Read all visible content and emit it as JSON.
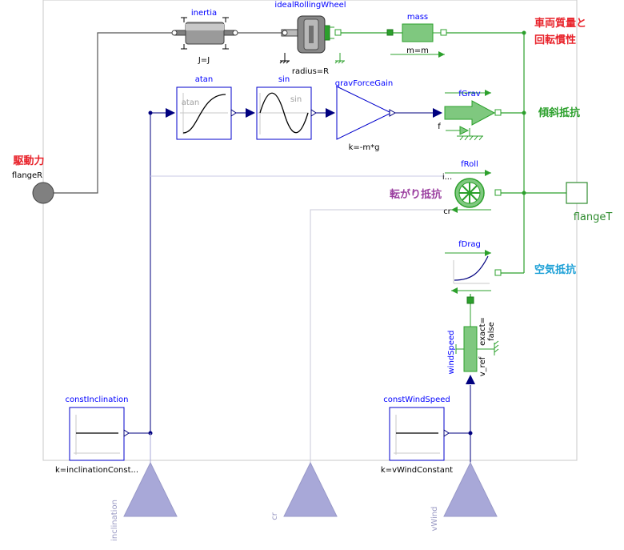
{
  "labels": {
    "inertia": "inertia",
    "inertia_param": "J=J",
    "wheel": "idealRollingWheel",
    "wheel_param": "radius=R",
    "mass": "mass",
    "mass_param": "m=m",
    "atan": "atan",
    "atan_inner": "atan",
    "sin": "sin",
    "sin_inner": "sin",
    "gain": "gravForceGain",
    "gain_param": "k=-m*g",
    "fgrav": "fGrav",
    "fgrav_port": "f",
    "froll": "fRoll",
    "froll_port_i": "i...",
    "froll_port_cr": "cr",
    "fdrag": "fDrag",
    "windspeed": "windSpeed",
    "windspeed_param1": "exact=",
    "windspeed_param2": "false",
    "windspeed_vref": "v_ref",
    "constInclination": "constInclination",
    "constInclination_param": "k=inclinationConst...",
    "constWindSpeed": "constWindSpeed",
    "constWindSpeed_param": "k=vWindConstant",
    "flangeR": "flangeR",
    "flangeT": "flangeT",
    "input_inclination": "inclination",
    "input_cr": "cr",
    "input_vwind": "vWind"
  },
  "annotations": {
    "drive_force": "駆動力",
    "vehicle_mass_1": "車両質量と",
    "vehicle_mass_2": "回転慣性",
    "slope_resistance": "傾斜抵抗",
    "rolling_resistance": "転がり抵抗",
    "air_resistance": "空気抵抗"
  },
  "colors": {
    "mechanical_translational": "#2ca02c",
    "mechanical_rotational": "#555555",
    "signal": "#00007f",
    "input_triangle": "#a8a8d8",
    "drive_force": "#e8222a",
    "vehicle_mass": "#e8222a",
    "slope_resistance": "#2ca02c",
    "rolling_resistance": "#9b3fa0",
    "air_resistance": "#1a9fd6"
  }
}
